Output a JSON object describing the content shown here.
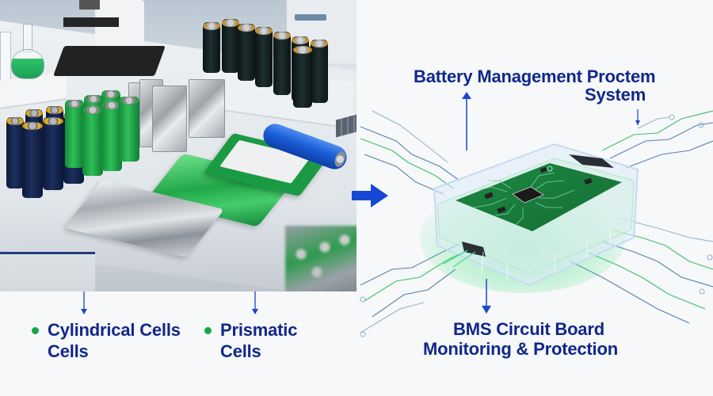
{
  "header": {
    "title_line1": "Battery Management Proctem",
    "title_line2": "System"
  },
  "left_panel": {
    "photo_subject": "lab bench with battery cells",
    "labels": [
      {
        "bullet": "green-dot",
        "line1": "Cylindrical Cells",
        "line2": "Cells"
      },
      {
        "bullet": "green-dot",
        "line1": "Prismatic",
        "line2": "Cells"
      }
    ]
  },
  "right_panel": {
    "illustration_subject": "BMS circuit board in transparent enclosure",
    "caption_line1": "BMS Circuit Board",
    "caption_line2": "Monitoring & Protection"
  },
  "icons": {
    "flow_arrow": "arrow-right-icon",
    "pointer_arrows": [
      "arrow-down-icon",
      "arrow-down-icon",
      "arrow-up-icon",
      "arrow-down-icon",
      "arrow-down-icon"
    ]
  },
  "colors": {
    "text_navy": "#11278a",
    "accent_blue": "#1a47c8",
    "bullet_green": "#14a84a",
    "pcb_green": "#1f8f43",
    "trace_blue": "#5a7fb0",
    "trace_green": "#3fbf6a",
    "background": "#f6f8f9"
  }
}
